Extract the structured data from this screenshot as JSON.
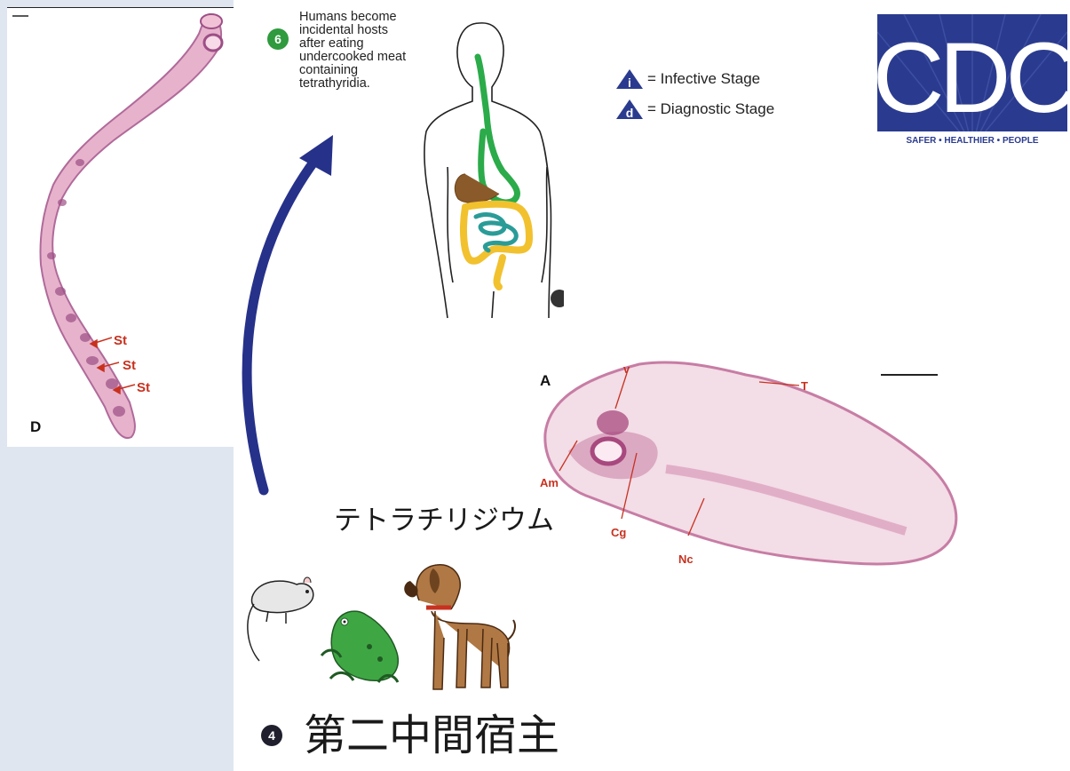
{
  "step6": {
    "number": "6",
    "caption_lines": [
      "Humans become",
      "incidental hosts",
      "after eating",
      "undercooked meat",
      "containing",
      "tetrathyridia."
    ]
  },
  "legend": {
    "infective_symbol": "i",
    "infective_text": "= Infective Stage",
    "diagnostic_symbol": "d",
    "diagnostic_text": "= Diagnostic Stage"
  },
  "cdc_logo": {
    "letters": "CDC",
    "tagline": "SAFER • HEALTHIER • PEOPLE",
    "color": "#2a3b8f"
  },
  "micrograph_left": {
    "panel_label": "D",
    "labels": [
      "St",
      "St",
      "St"
    ]
  },
  "micrograph_right": {
    "panel_label": "A",
    "labels": {
      "v": "v",
      "t": "T",
      "am": "Am",
      "cg": "Cg",
      "nc": "Nc"
    }
  },
  "tetrathyridium_label": "テトラチリジウム",
  "step4": {
    "number": "4",
    "title": "第二中間宿主"
  },
  "colors": {
    "arrow": "#26318a",
    "label_red": "#c8311f",
    "tissue": "#e7b3cc",
    "tissue_dark": "#b06a9a",
    "step6_badge": "#2f9a3e"
  }
}
